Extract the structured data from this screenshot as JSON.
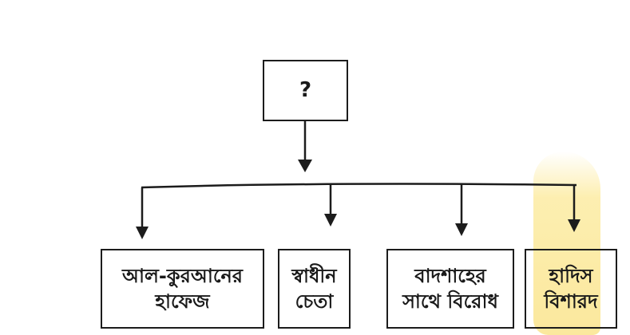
{
  "diagram": {
    "root": {
      "label": "?"
    },
    "children": [
      {
        "label": "আল-কুরআনের\nহাফেজ"
      },
      {
        "label": "স্বাধীন\nচেতা"
      },
      {
        "label": "বাদশাহের\nসাথে বিরোধ"
      },
      {
        "label": "হাদিস\nবিশারদ"
      }
    ],
    "colors": {
      "line": "#1c1c1c",
      "stain": "#fbe8a0"
    }
  }
}
